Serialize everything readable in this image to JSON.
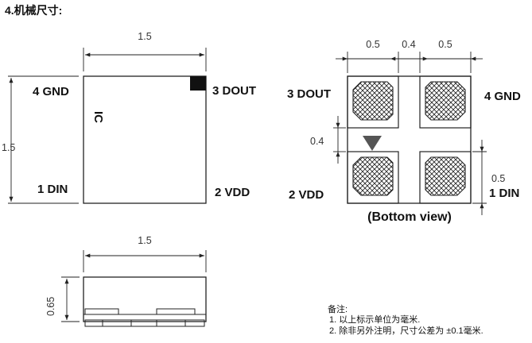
{
  "section_title": "4.机械尺寸:",
  "top_view": {
    "width_label": "1.5",
    "height_label": "1.5",
    "chip_mark": "IC",
    "pins": {
      "gnd": "4 GND",
      "dout": "3 DOUT",
      "din": "1 DIN",
      "vdd": "2 VDD"
    }
  },
  "bottom_view": {
    "dim_left": "0.5",
    "dim_gap": "0.4",
    "dim_right": "0.5",
    "dim_vertical_gap": "0.4",
    "dim_pad_height": "0.5",
    "pins": {
      "dout": "3 DOUT",
      "gnd": "4 GND",
      "vdd": "2 VDD",
      "din": "1 DIN"
    },
    "caption": "(Bottom view)"
  },
  "side_view": {
    "width_label": "1.5",
    "height_label": "0.65"
  },
  "notes": {
    "heading": "备注:",
    "line1": "1. 以上标示单位为毫米.",
    "line2": "2. 除非另外注明，尺寸公差为 ±0.1毫米."
  }
}
